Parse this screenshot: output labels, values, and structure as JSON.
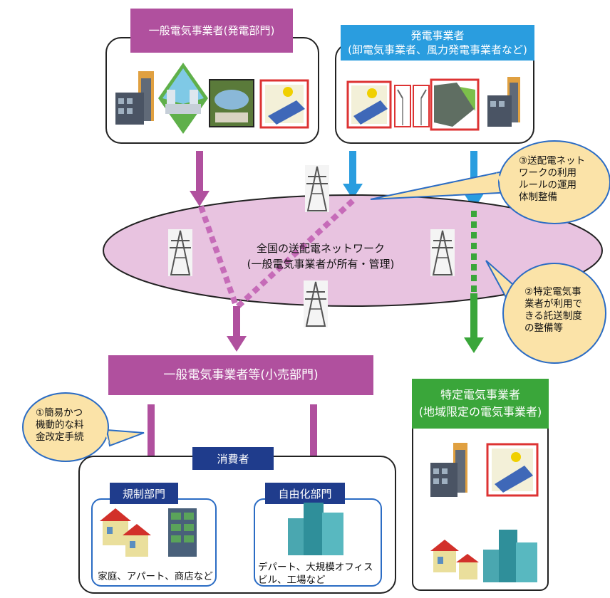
{
  "generators": {
    "utility_generation": "一般電気事業者(発電部門)",
    "ipp_title": "発電事業者",
    "ipp_subtitle": "(卸電気事業者、風力発電事業者など)"
  },
  "network": {
    "line1": "全国の送配電ネットワーク",
    "line2": "(一般電気事業者が所有・管理)"
  },
  "retail": {
    "label": "一般電気事業者等(小売部門)"
  },
  "pps": {
    "line1": "特定電気事業者",
    "line2": "(地域限定の電気事業者)"
  },
  "consumers": {
    "title": "消費者",
    "regulated_title": "規制部門",
    "regulated_caption": "家庭、アパート、商店など",
    "liberalized_title": "自由化部門",
    "liberalized_caption_1": "デパート、大規模オフィス",
    "liberalized_caption_2": "ビル、工場など"
  },
  "callouts": {
    "c1": [
      "①簡易かつ",
      "機動的な料",
      "金改定手続"
    ],
    "c2": [
      "②特定電気事",
      "業者が利用で",
      "きる託送制度",
      "の整備等"
    ],
    "c3": [
      "③送配電ネット",
      "ワークの利用",
      "ルールの運用",
      "体制整備"
    ]
  },
  "colors": {
    "magenta": "#b0509e",
    "blue": "#2a9ddf",
    "green": "#3aa63a",
    "network_fill": "#e8c3e0",
    "callout_fill": "#fbe3a8",
    "navy": "#1f3c8c",
    "panel_blue": "#2b6cc4"
  },
  "icons": [
    "power-plant-icon",
    "nuclear-plant-icon",
    "hydro-dam-icon",
    "solar-panel-icon",
    "wind-turbine-icon",
    "transmission-tower-icon",
    "house-icon",
    "apartment-icon",
    "office-building-icon"
  ]
}
